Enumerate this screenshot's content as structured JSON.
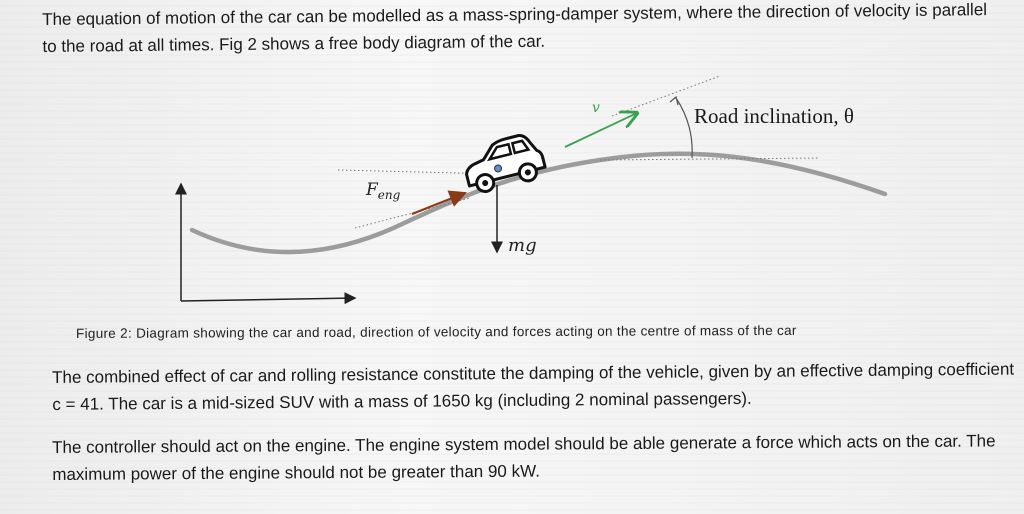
{
  "paragraphs": {
    "p1": "The equation of motion of the car can be modelled as a mass-spring-damper system, where the direction of velocity is parallel to the road at all times. Fig 2 shows a free body diagram of the car.",
    "p2": "The combined effect of car and rolling resistance constitute the damping of the vehicle, given by an effective damping coefficient c = 41. The car is a mid-sized SUV with a mass of 1650 kg (including 2 nominal passengers).",
    "p3": "The controller should act on the engine. The engine system model should be able generate a force which acts on the car. The maximum power of the engine should not be greater than 90 kW."
  },
  "figure": {
    "caption": "Figure 2: Diagram showing the car and road, direction of velocity and forces acting on the centre of mass of the car",
    "labels": {
      "velocity": "v",
      "engine_force": "F",
      "engine_force_sub": "eng",
      "weight": "mg",
      "road_inclination": "Road inclination, θ"
    }
  },
  "colors": {
    "road": "#9c9c9c",
    "velocity_arrow": "#3aa24a",
    "engine_arrow": "#8a3a14",
    "axes": "#222222"
  }
}
